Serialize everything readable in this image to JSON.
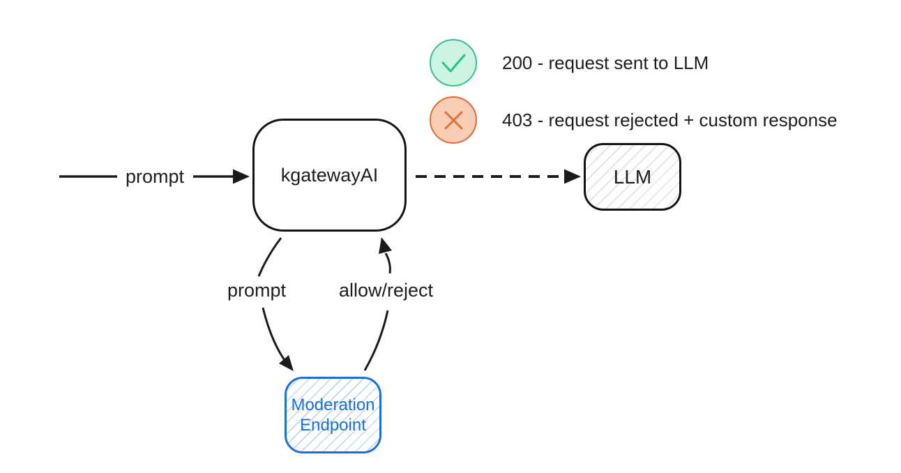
{
  "diagram": {
    "legend": {
      "items": [
        {
          "icon": "check-circle",
          "text": "200 - request sent to LLM",
          "fill": "#cdf3e2",
          "border": "#34c28c",
          "glyph_color": "#25c08b"
        },
        {
          "icon": "x-circle",
          "text": "403 - request rejected + custom response",
          "fill": "#f9cdb3",
          "border": "#dc6a36",
          "glyph_color": "#dc6f3d"
        }
      ]
    },
    "nodes": {
      "gateway": {
        "label": "kgatewayAI",
        "border": "#121212",
        "fill": "#ffffff"
      },
      "llm": {
        "label": "LLM",
        "border": "#121212",
        "hatch": "#dfe2ea"
      },
      "moderation": {
        "line1": "Moderation",
        "line2": "Endpoint",
        "border": "#1c6fd6",
        "hatch": "#bdd7f4",
        "text_color": "#1c6fd6"
      }
    },
    "edges": {
      "incoming": {
        "label": "prompt",
        "style": "solid",
        "from": "left-edge",
        "to": "gateway"
      },
      "gateway_to_llm": {
        "label": "",
        "style": "dashed",
        "from": "gateway",
        "to": "llm"
      },
      "gateway_to_moderation": {
        "label": "prompt",
        "style": "solid-curved",
        "from": "gateway",
        "to": "moderation"
      },
      "moderation_to_gateway": {
        "label": "allow/reject",
        "style": "solid-curved",
        "from": "moderation",
        "to": "gateway"
      }
    },
    "colors": {
      "line": "#1b1b1b",
      "background": "#ffffff"
    }
  }
}
